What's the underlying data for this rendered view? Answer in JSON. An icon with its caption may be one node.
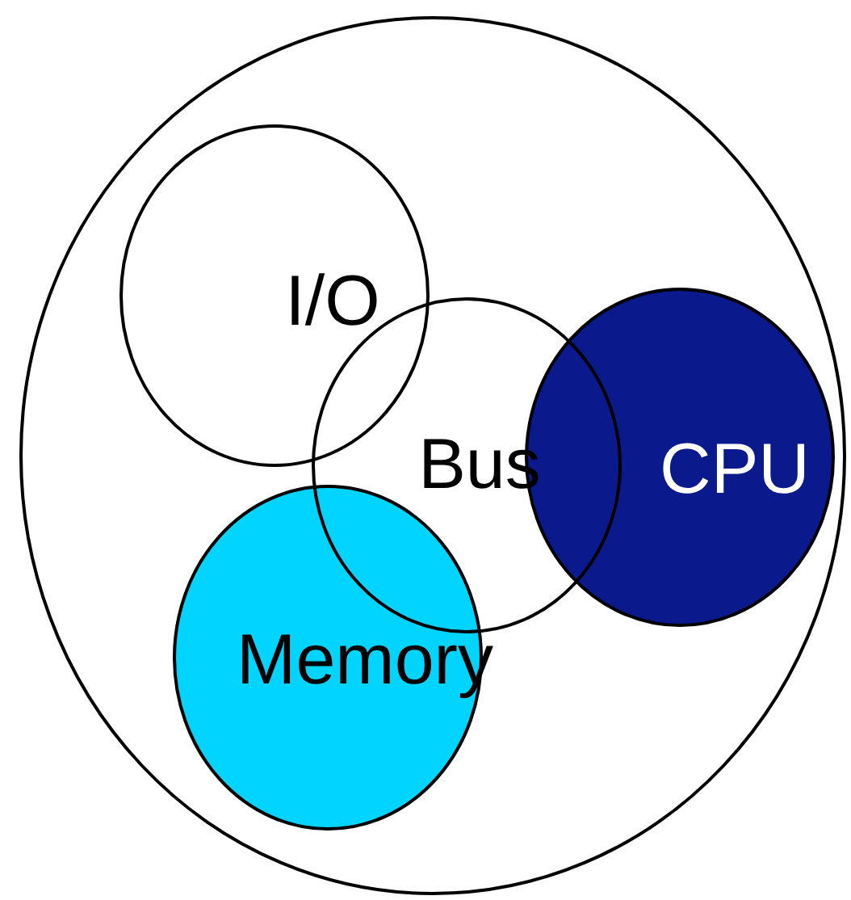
{
  "diagram": {
    "nodes": [
      {
        "text": [],
        "shape": "circle"
      },
      {
        "text": [
          "I/O"
        ],
        "in": 0
      },
      {
        "text": [
          "Bus"
        ],
        "in": 0
      },
      {
        "text": [
          "CPU"
        ],
        "in": 0
      },
      {
        "text": [
          "Memory"
        ],
        "in": 0
      }
    ]
  }
}
